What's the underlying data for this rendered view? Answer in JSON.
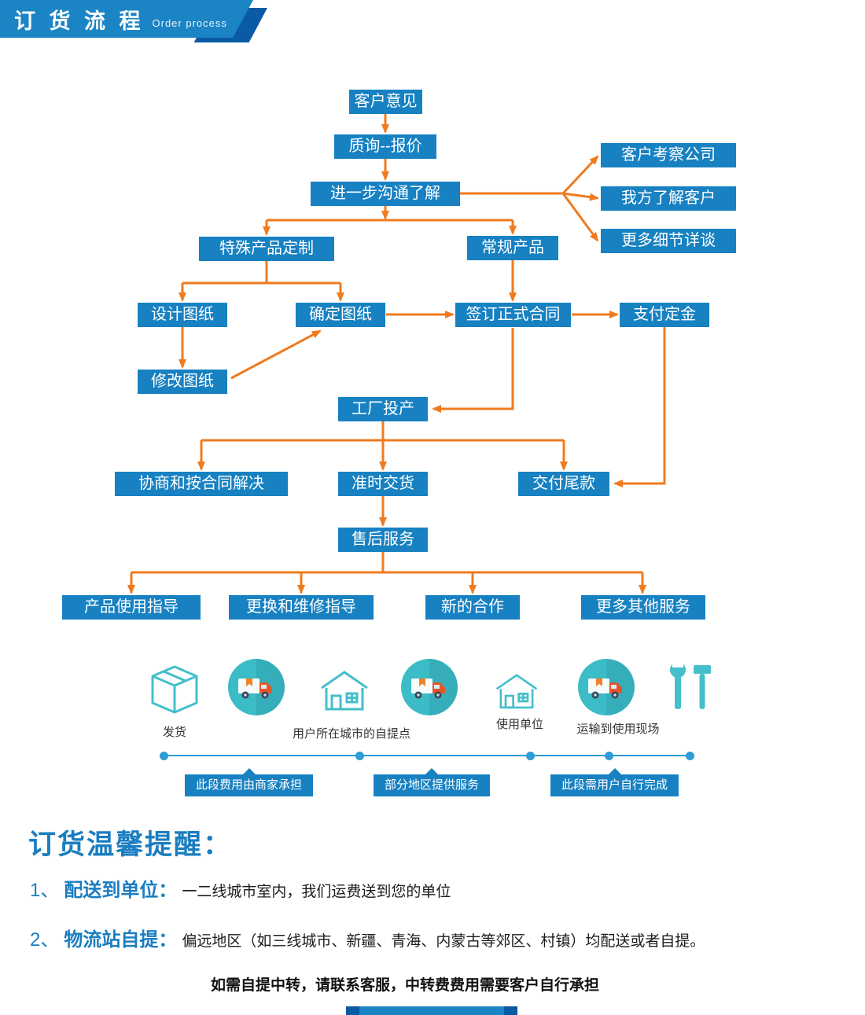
{
  "header": {
    "title": "订 货 流 程",
    "subtitle": "Order process"
  },
  "flowchart": {
    "nodes": {
      "customer_opinion": "客户意见",
      "inquiry_quote": "质询--报价",
      "further_communication": "进一步沟通了解",
      "customer_visit": "客户考察公司",
      "know_customer": "我方了解客户",
      "more_details": "更多细节详谈",
      "special_custom": "特殊产品定制",
      "regular_product": "常规产品",
      "design_drawing": "设计图纸",
      "confirm_drawing": "确定图纸",
      "sign_contract": "签订正式合同",
      "pay_deposit": "支付定金",
      "modify_drawing": "修改图纸",
      "factory_production": "工厂投产",
      "negotiate_resolve": "协商和按合同解决",
      "ontime_delivery": "准时交货",
      "pay_balance": "交付尾款",
      "after_sales": "售后服务",
      "usage_guide": "产品使用指导",
      "repair_guide": "更换和维修指导",
      "new_cooperation": "新的合作",
      "more_services": "更多其他服务"
    }
  },
  "logistics": {
    "icons": [
      "package-box-icon",
      "delivery-truck-icon",
      "house-icon",
      "delivery-truck-icon",
      "house-icon",
      "delivery-truck-icon",
      "tools-icon"
    ],
    "labels": {
      "ship": "发货",
      "pickup_point": "用户所在城市的自提点",
      "use_unit": "使用单位",
      "transport_site": "运输到使用现场"
    },
    "tags": [
      "此段费用由商家承担",
      "部分地区提供服务",
      "此段需用户自行完成"
    ]
  },
  "reminder": {
    "title": "订货温馨提醒：",
    "items": [
      {
        "num": "1、",
        "label": "配送到单位：",
        "text": "一二线城市室内，我们运费送到您的单位"
      },
      {
        "num": "2、",
        "label": "物流站自提：",
        "text": "偏远地区（如三线城市、新疆、青海、内蒙古等郊区、村镇）均配送或者自提。"
      }
    ],
    "note": "如需自提中转，请联系客服，中转费费用需要客户自行承担"
  },
  "colors": {
    "box_blue": "#1781c2",
    "arrow_orange": "#ef7b1f",
    "teal": "#45bfca",
    "line_blue": "#2f9bd7",
    "header_blue": "#1b84c5",
    "header_dark": "#0b5aa5",
    "text_blue": "#1a7dc0"
  }
}
